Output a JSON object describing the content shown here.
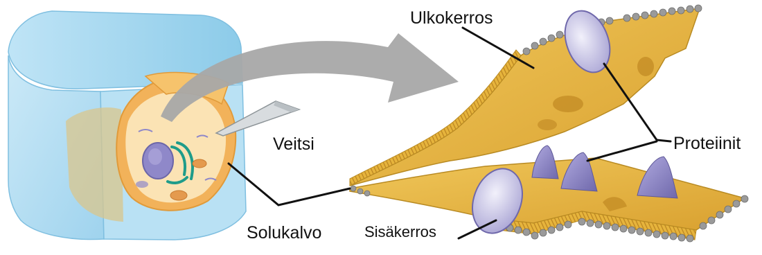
{
  "labels": {
    "outer_layer": "Ulkokerros",
    "knife": "Veitsi",
    "proteins": "Proteiinit",
    "cell_membrane": "Solukalvo",
    "inner_layer": "Sisäkerros"
  },
  "colors": {
    "cube_blue": "#a9d8ef",
    "cell_orange": "#f2b25a",
    "cytoplasm": "#fbe3b4",
    "nucleus": "#8f88c9",
    "membrane_yellow": "#e6b43c",
    "protein_purple": "#8c86c6",
    "lipid_head_gray": "#9a9a9a",
    "arrow_gray": "#a8a8a8",
    "leader_line": "#111111"
  }
}
